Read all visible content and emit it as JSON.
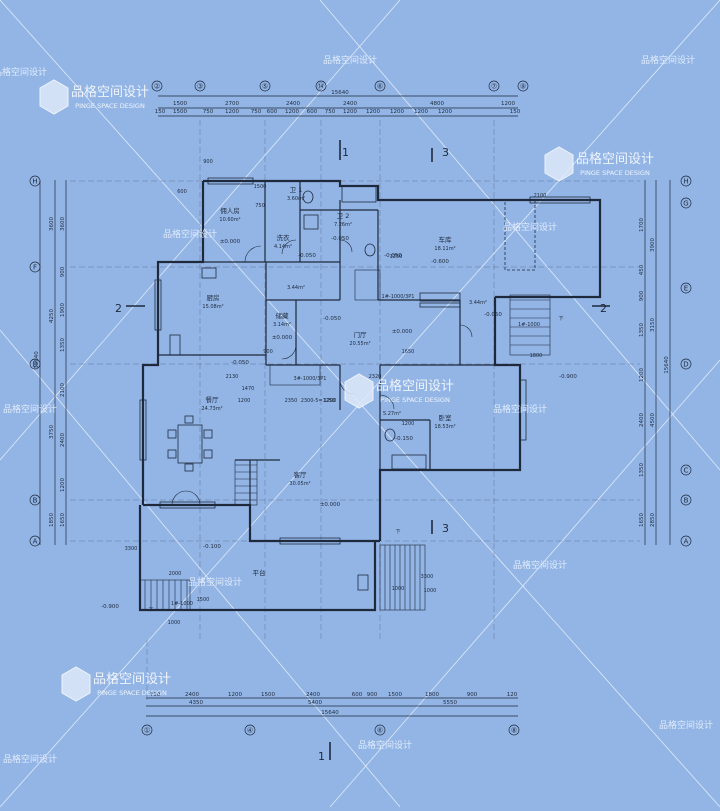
{
  "watermark": {
    "cn": "品格空间设计",
    "en": "PINGE SPACE DESIGN",
    "logo_cn": "品格空间设计"
  },
  "colors": {
    "background": "#93b5e6",
    "line": "#1e2a3c",
    "watermark": "#eaf2ff"
  },
  "grid": {
    "top_labels": [
      "②",
      "③",
      "⑤",
      "⑭",
      "⑥",
      "⑦",
      "⑨"
    ],
    "bottom_labels": [
      "①",
      "④",
      "⑥",
      "⑧"
    ],
    "left_labels": [
      "H",
      "F",
      "D",
      "B",
      "A"
    ],
    "right_labels": [
      "H",
      "G",
      "E",
      "D",
      "C",
      "B",
      "A"
    ]
  },
  "dims": {
    "top_total": "15640",
    "top_row1": [
      "1500",
      "2700",
      "2400",
      "2400",
      "4800",
      "1200"
    ],
    "top_row2": [
      "150",
      "1500",
      "750",
      "1200",
      "750",
      "600",
      "1200",
      "600",
      "750",
      "1200",
      "1200",
      "1200",
      "1200",
      "1200",
      "150"
    ],
    "bottom_row1": [
      "750",
      "2400",
      "1200",
      "1500",
      "2400",
      "600",
      "900",
      "1500",
      "1800",
      "900",
      "120"
    ],
    "bottom_row2": [
      "4350",
      "5400",
      "5550"
    ],
    "bottom_total": "15640",
    "left_outer": [
      "3600",
      "4250",
      "3750",
      "1850"
    ],
    "left_inner": [
      "3600",
      "900",
      "1900",
      "1350",
      "2100",
      "2400",
      "1200",
      "1650"
    ],
    "left_total": "15640",
    "right_outer": [
      "3900",
      "3150",
      "4500",
      "2850"
    ],
    "right_inner": [
      "1700",
      "450",
      "900",
      "1350",
      "1200",
      "2400",
      "1350",
      "1650"
    ],
    "right_total": "15640",
    "misc": [
      "900",
      "600",
      "750",
      "1500",
      "1250",
      "2100",
      "1800",
      "1650",
      "900",
      "2350",
      "1200",
      "2300-5=1250",
      "1200",
      "2000",
      "1500",
      "1000",
      "3300",
      "1000",
      "1000",
      "2130",
      "2320",
      "1470",
      "1200",
      "3300"
    ]
  },
  "sections": {
    "a": "1",
    "b": "3",
    "c": "2"
  },
  "rooms": [
    {
      "name": "佣人房",
      "area": "10.60m²"
    },
    {
      "name": "卫 1",
      "area": "3.60m²"
    },
    {
      "name": "卫 2",
      "area": "7.26m²"
    },
    {
      "name": "洗衣",
      "area": "4.14m²"
    },
    {
      "name": "车库",
      "area": "18.11m²"
    },
    {
      "name": "厨房",
      "area": "15.08m²"
    },
    {
      "name": "储藏",
      "area": "3.14m²"
    },
    {
      "name": "门厅",
      "area": "20.55m²"
    },
    {
      "name": "餐厅",
      "area": "24.73m²"
    },
    {
      "name": "客厅",
      "area": "30.05m²"
    },
    {
      "name": "卧室",
      "area": "18.53m²"
    },
    {
      "name": "平台",
      "area": ""
    }
  ],
  "small_areas": [
    "3.44m²",
    "3.44m²",
    "5.27m²"
  ],
  "levels": [
    "±0.000",
    "-0.050",
    "-0.050",
    "-0.600",
    "-0.050",
    "±0.000",
    "±0.000",
    "-0.050",
    "-0.100",
    "±0.000",
    "-0.900",
    "-0.050",
    "-0.900",
    "-0.150",
    "-0.050"
  ],
  "stair_notes": [
    "下",
    "下",
    "下",
    "1#-1000",
    "1#-1000",
    "3#-1000/3P1",
    "1#-1000/3P1"
  ]
}
